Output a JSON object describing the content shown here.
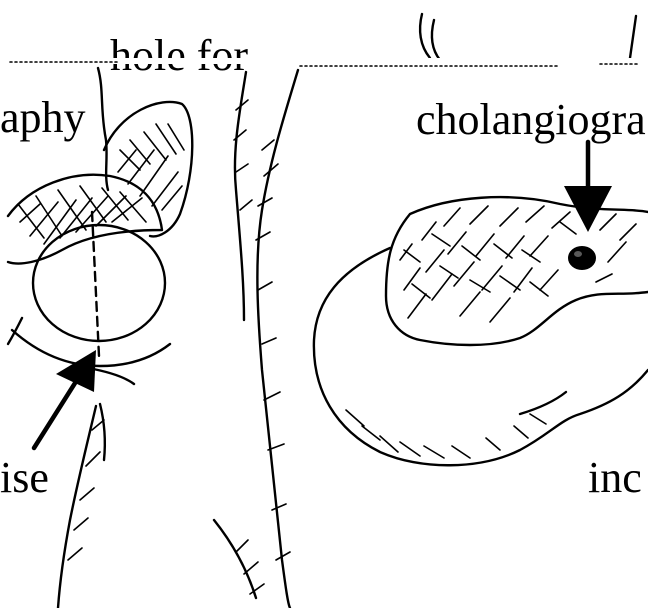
{
  "labels": {
    "top_center": "hole for",
    "left_upper": "aphy",
    "right_upper": "cholangiogra",
    "left_lower": "ise",
    "right_lower": "inc"
  },
  "colors": {
    "ink": "#000000",
    "paper": "#ffffff"
  }
}
